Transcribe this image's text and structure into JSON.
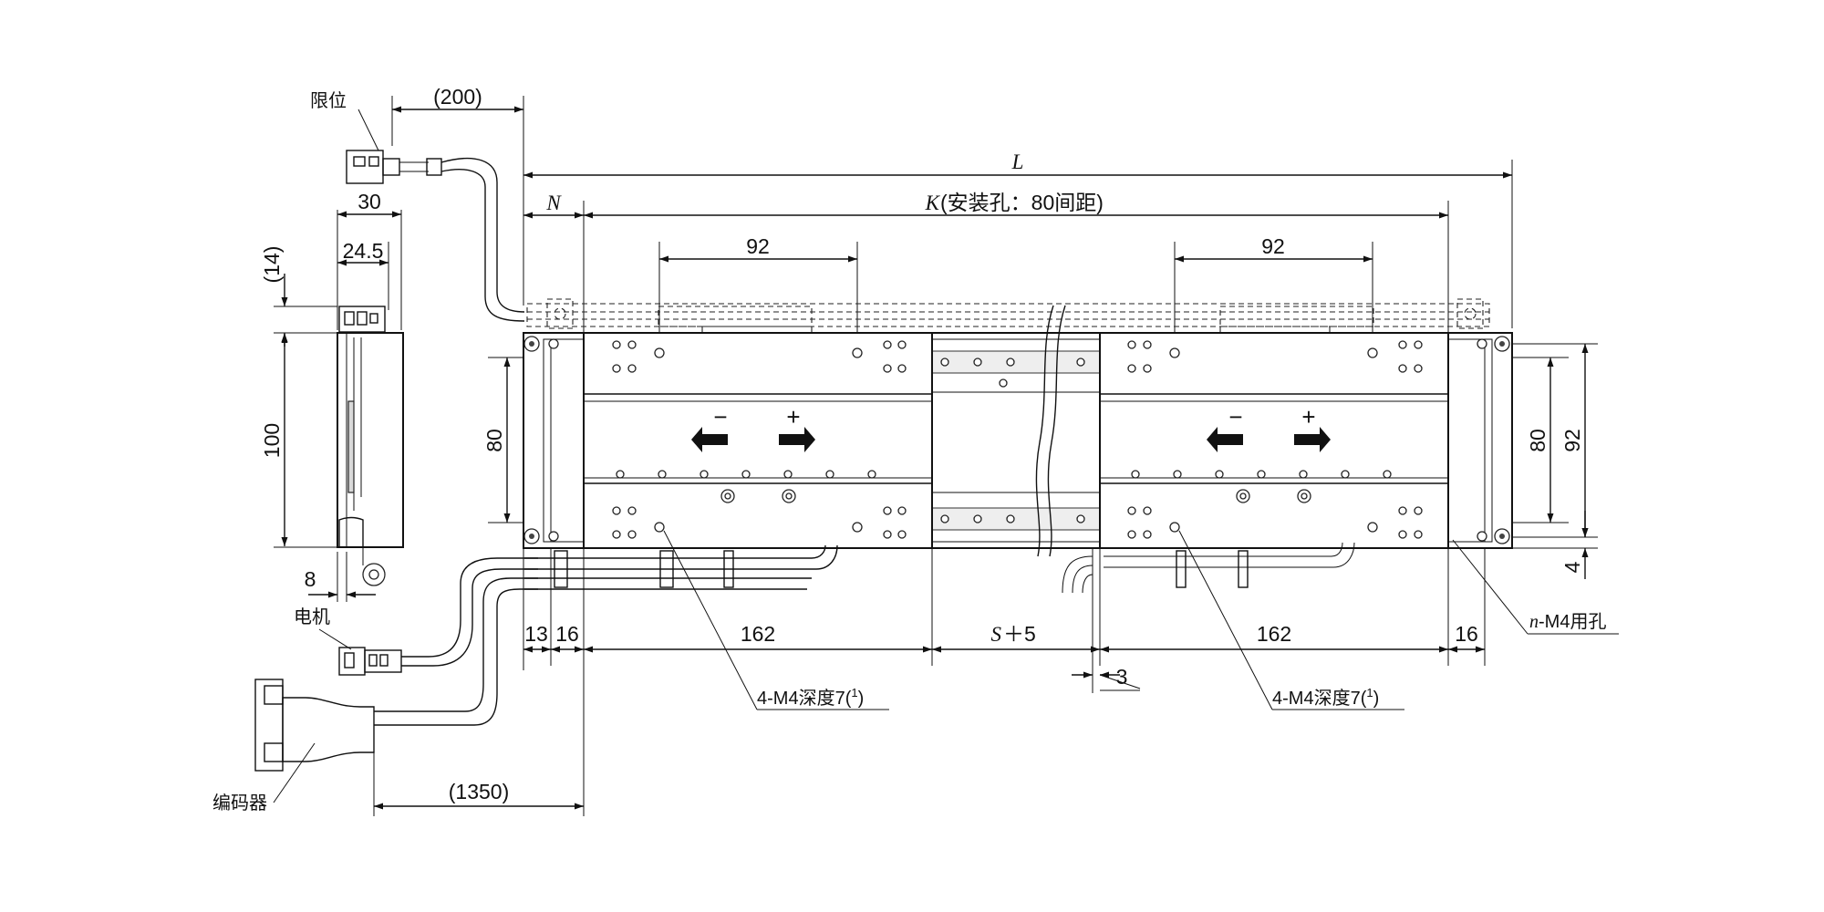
{
  "labels": {
    "limit": "限位",
    "motor": "电机",
    "encoder": "编码器",
    "hole_note_left": "4-M4深度7(",
    "hole_note_right": "4-M4深度7(",
    "footnote_mark": "1",
    "close_paren": ")",
    "n_italic": "n",
    "n_hole_note": "-M4用孔",
    "plus": "+",
    "minus": "−"
  },
  "dimensions": {
    "cable_limit": "(200)",
    "cable_long": "(1350)",
    "L": "L",
    "N": "N",
    "K_italic": "K",
    "K_note": "(安装孔：80间距)",
    "d92_left": "92",
    "d92_right": "92",
    "w30": "30",
    "w24_5": "24.5",
    "h14": "(14)",
    "h100": "100",
    "w8": "8",
    "h80_left": "80",
    "h80_right": "80",
    "h92_right": "92",
    "h4": "4",
    "d13": "13",
    "d16_left": "16",
    "d162_left": "162",
    "S_italic": "S",
    "S_suffix": "＋5",
    "d162_right": "162",
    "d16_right": "16",
    "d3": "3"
  }
}
